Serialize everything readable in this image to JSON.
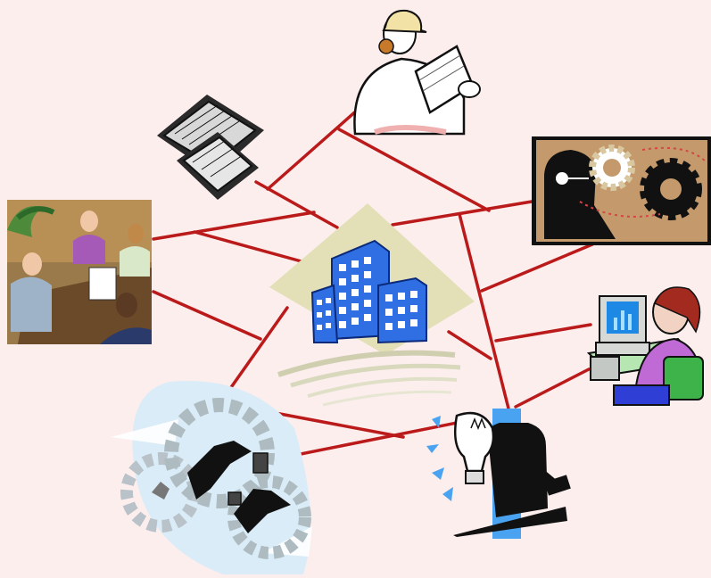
{
  "colors": {
    "background": "#fdeeee",
    "connector": "#bb1a1a",
    "building": "#2f6fe3",
    "diamond": "#e3dfb6",
    "tile_brown": "#c49a6c",
    "gear_frame": "#d9a56a",
    "screen_blue": "#1e88e5",
    "lightbulb_panel": "#4aa3f0",
    "woman_sweater": "#c06ad6"
  },
  "diagram": {
    "center": {
      "name": "office-building",
      "icon": "office-building-icon"
    },
    "nodes": [
      {
        "id": "architect",
        "icon": "architect-blueprint-icon"
      },
      {
        "id": "gears-thinker",
        "icon": "gears-head-icon"
      },
      {
        "id": "computer-user",
        "icon": "computer-user-icon"
      },
      {
        "id": "ideas",
        "icon": "lightbulb-businessman-icon"
      },
      {
        "id": "teamwork-gears",
        "icon": "running-businessmen-gears-icon"
      },
      {
        "id": "meeting",
        "icon": "business-meeting-icon"
      },
      {
        "id": "fax",
        "icon": "fax-machine-icon"
      }
    ]
  }
}
